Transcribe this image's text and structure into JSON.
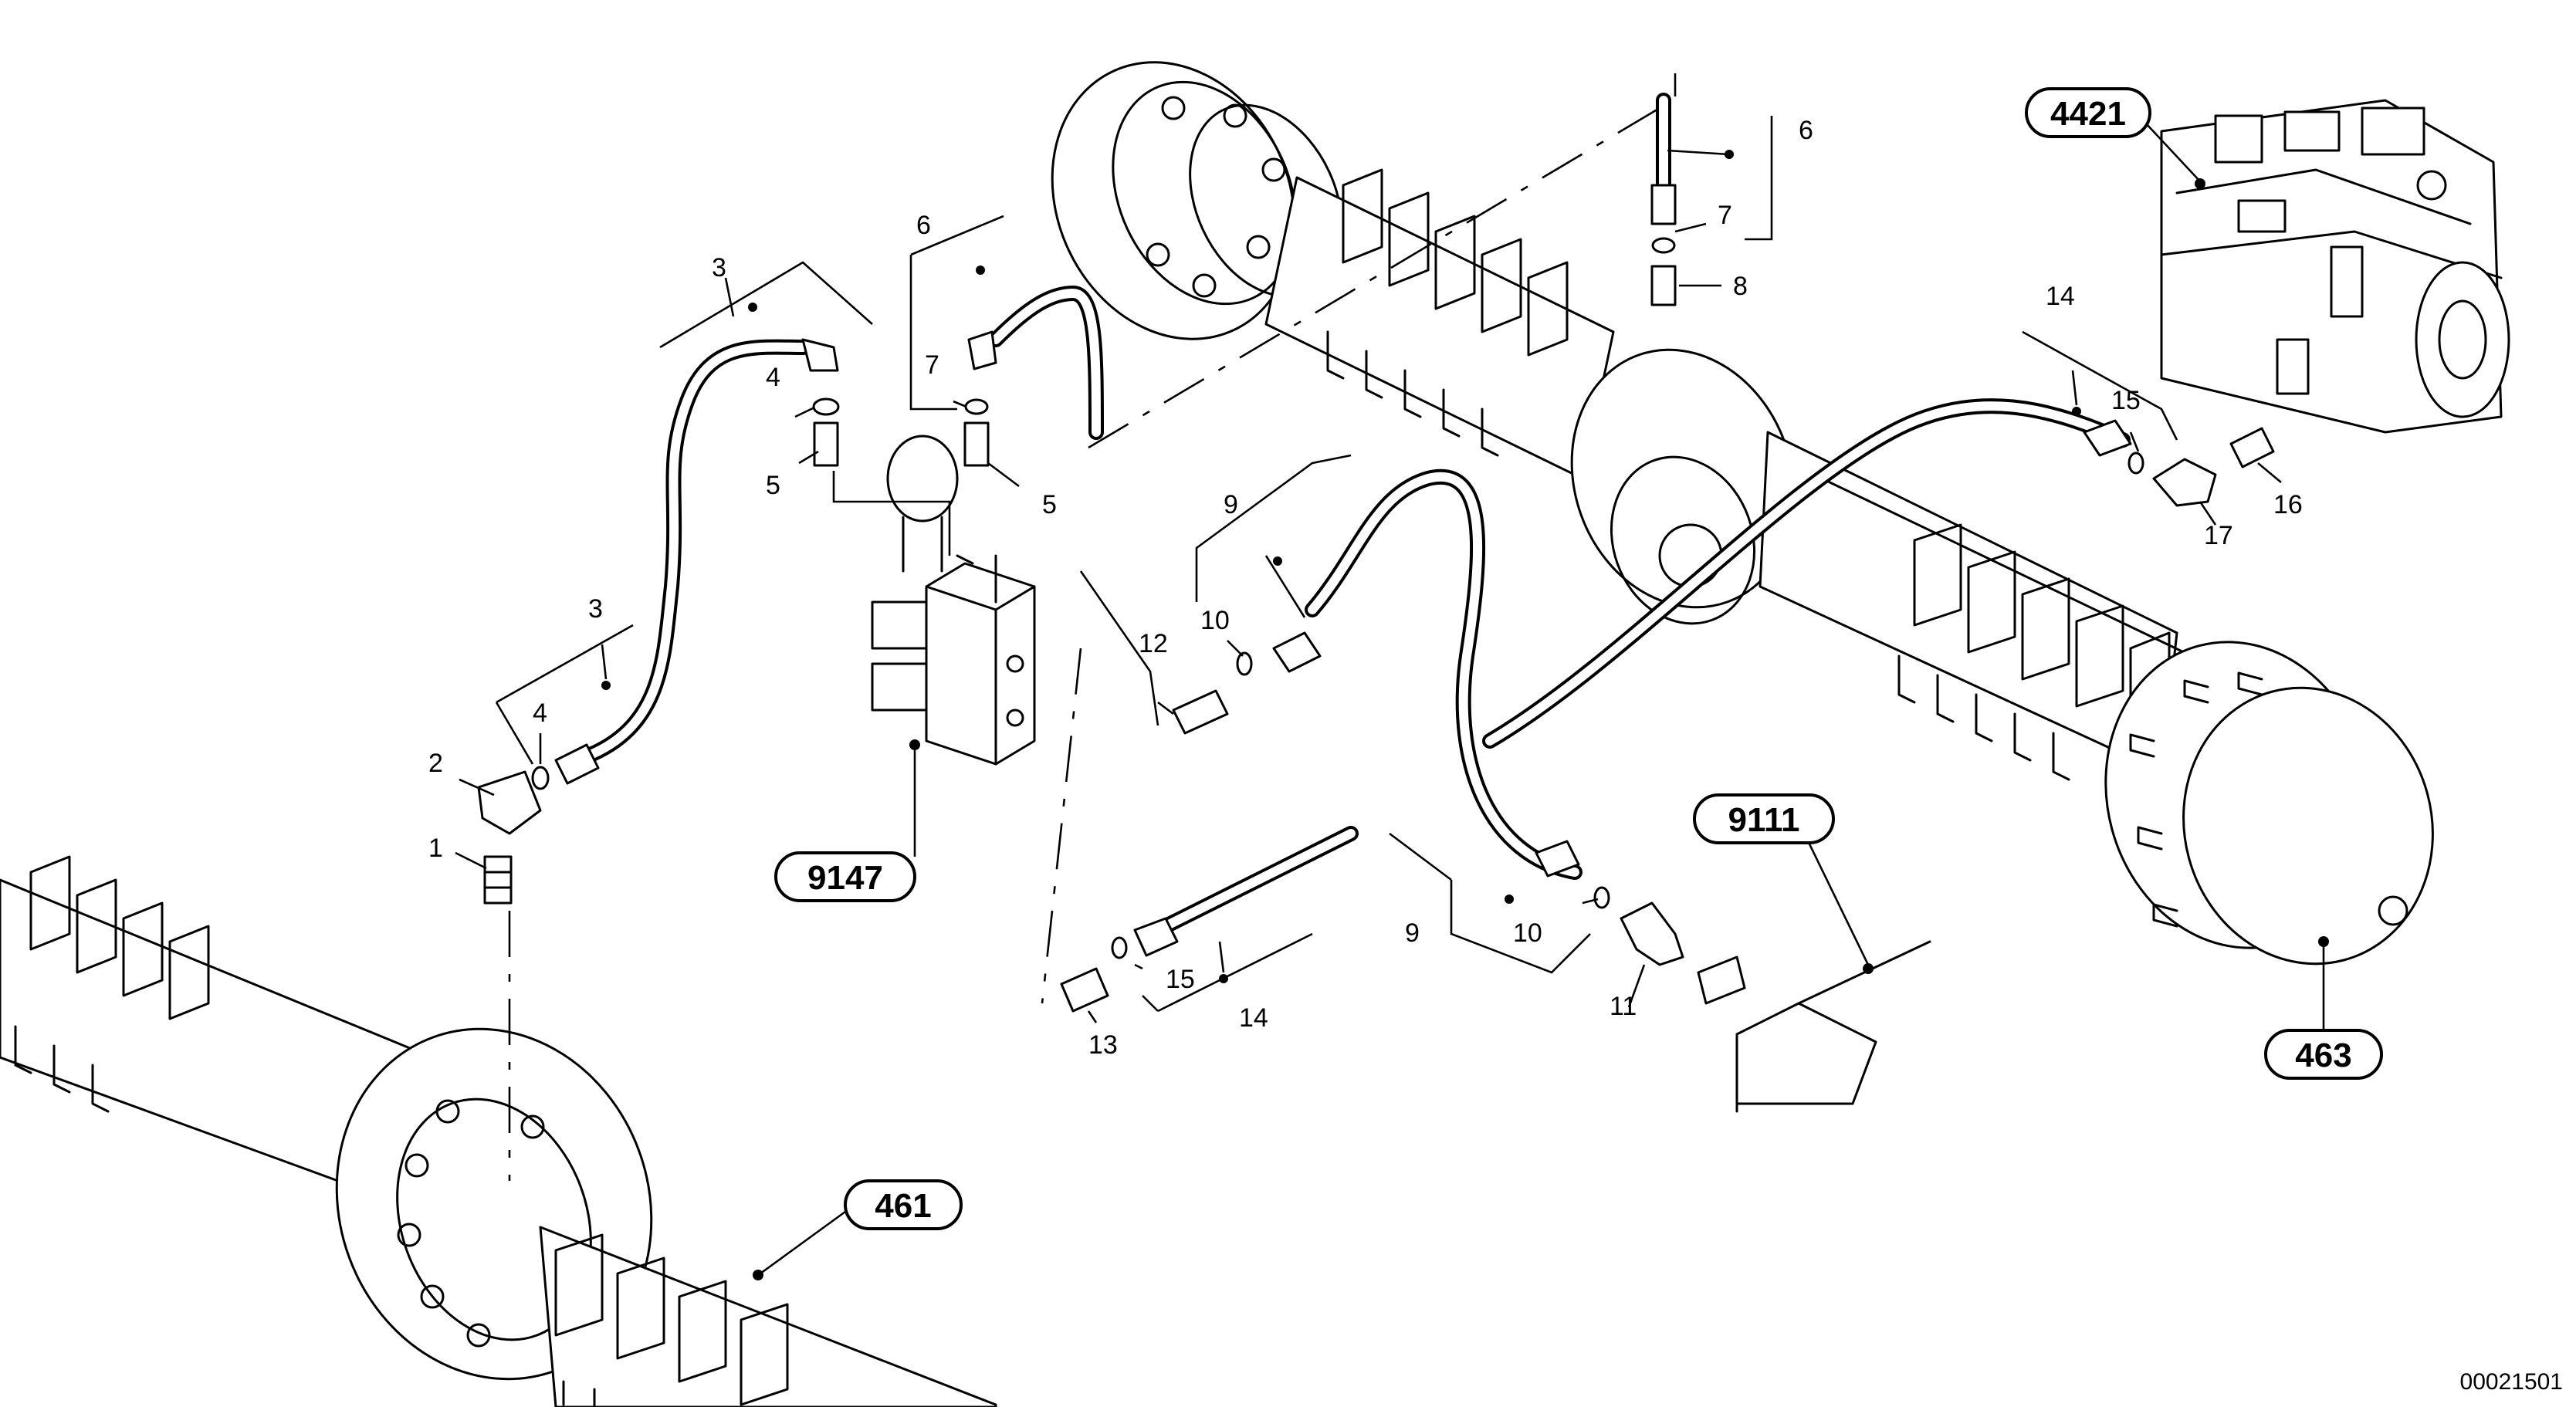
{
  "callouts": [
    {
      "id": "c4421",
      "label": "4421"
    },
    {
      "id": "c463",
      "label": "463"
    },
    {
      "id": "c9147",
      "label": "9147"
    },
    {
      "id": "c9111",
      "label": "9111"
    },
    {
      "id": "c461",
      "label": "461"
    }
  ],
  "item_numbers": {
    "n1": "1",
    "n2": "2",
    "n3a": "3",
    "n3b": "3",
    "n4a": "4",
    "n4b": "4",
    "n5a": "5",
    "n5b": "5",
    "n6a": "6",
    "n6b": "6",
    "n7a": "7",
    "n7b": "7",
    "n8": "8",
    "n9a": "9",
    "n9b": "9",
    "n10a": "10",
    "n10b": "10",
    "n11": "11",
    "n12": "12",
    "n13": "13",
    "n14a": "14",
    "n14b": "14",
    "n15a": "15",
    "n15b": "15",
    "n16": "16",
    "n17": "17"
  },
  "document_number": "00021501"
}
